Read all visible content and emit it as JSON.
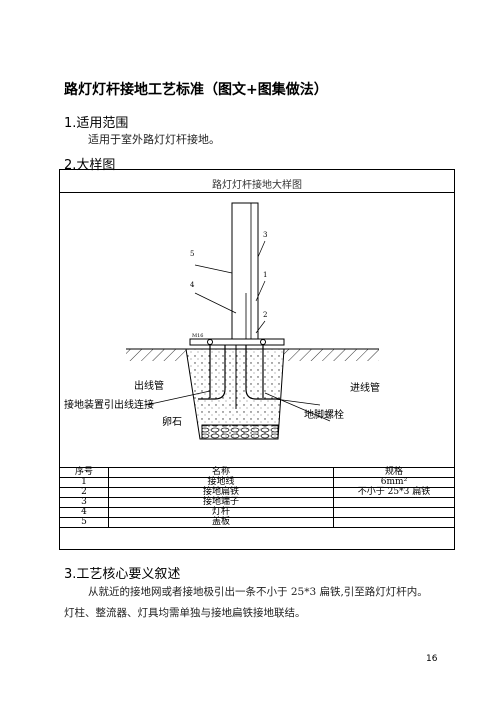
{
  "title": "路灯灯杆接地工艺标准（图文+图集做法）",
  "section1": {
    "heading": "1.适用范围",
    "body": "适用于室外路灯灯杆接地。"
  },
  "section2": {
    "heading": "2.大样图"
  },
  "figure": {
    "caption": "路灯灯杆接地大样图",
    "labels": {
      "outlet_pipe": "出线管",
      "inlet_pipe": "进线管",
      "ground_lead": "接地装置引出线连接",
      "pebble": "卵石",
      "anchor_bolt": "地脚螺栓",
      "num5": "5",
      "num4": "4",
      "num3": "3",
      "num1": "1",
      "num2": "2",
      "plate": "M16"
    }
  },
  "table": {
    "headers": {
      "index": "序号",
      "name": "名称",
      "spec": "规格"
    },
    "rows": [
      {
        "index": "1",
        "name": "接地线",
        "spec": "6mm²"
      },
      {
        "index": "2",
        "name": "接地扁铁",
        "spec": "不小于 25*3 扁铁"
      },
      {
        "index": "3",
        "name": "接地端子",
        "spec": ""
      },
      {
        "index": "4",
        "name": "灯杆",
        "spec": ""
      },
      {
        "index": "5",
        "name": "盖板",
        "spec": ""
      }
    ]
  },
  "section3": {
    "heading": "3.工艺核心要义叙述",
    "line1": "从就近的接地网或者接地极引出一条不小于 25*3 扁铁,引至路灯灯杆内。",
    "line2": "灯柱、整流器、灯具均需单独与接地扁铁接地联结。"
  },
  "page_number": "16"
}
